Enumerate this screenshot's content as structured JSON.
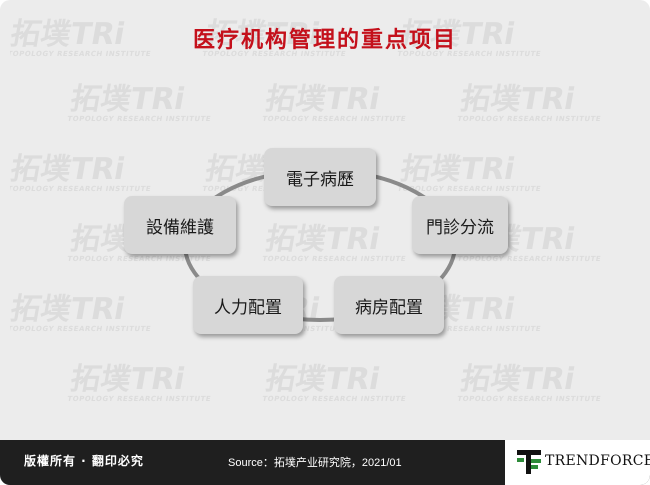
{
  "title": "医疗机构管理的重点项目",
  "diagram": {
    "nodes": [
      {
        "id": "n1",
        "label": "電子病歷"
      },
      {
        "id": "n2",
        "label": "門診分流"
      },
      {
        "id": "n3",
        "label": "病房配置"
      },
      {
        "id": "n4",
        "label": "人力配置"
      },
      {
        "id": "n5",
        "label": "設備維護"
      }
    ]
  },
  "footer": {
    "copyright": "版權所有 · 翻印必究",
    "source": "Source：拓墣产业研究院，2021/01",
    "logo_text": "TRENDFORCE"
  },
  "watermark": {
    "text": "拓墣TRi",
    "subtext": "TOPOLOGY RESEARCH INSTITUTE"
  },
  "colors": {
    "title": "#c4101b",
    "box": "#d7d7d7",
    "ring": "#8a8a8a",
    "footer": "#1f1f1f",
    "logo_green": "#2e8b3a"
  }
}
